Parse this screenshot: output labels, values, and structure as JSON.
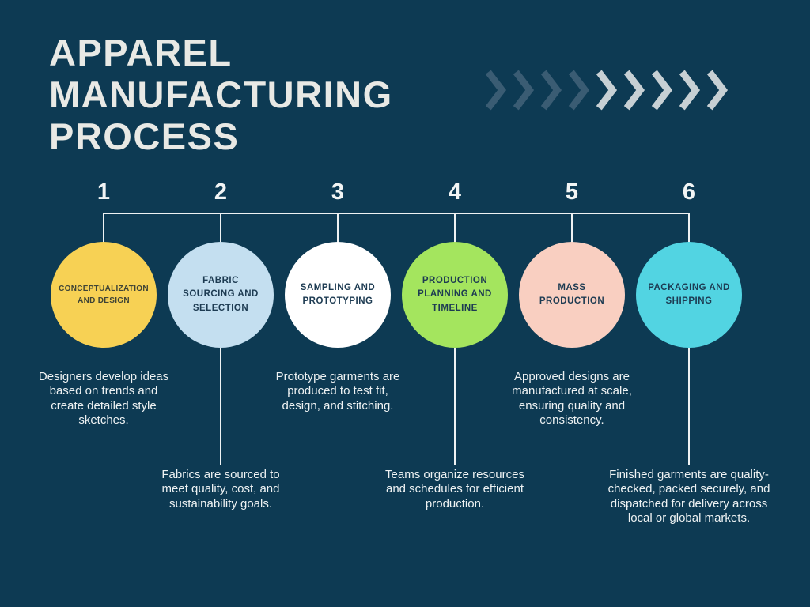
{
  "page": {
    "background_color": "#0d3a53",
    "line_color": "#eef2f3"
  },
  "title": {
    "line1": "APPAREL",
    "line2": "MANUFACTURING",
    "line3": "PROCESS"
  },
  "decoration": {
    "chevron_colors": [
      "#3a5c73",
      "#3a5c73",
      "#3a5c73",
      "#3a5c73",
      "#c7d0d4",
      "#c7d0d4",
      "#c7d0d4",
      "#c7d0d4",
      "#c7d0d4"
    ]
  },
  "steps": [
    {
      "number": "1",
      "circle_color": "#f7d154",
      "label": "CONCEPTUALIZATION AND DESIGN",
      "description": "Designers develop ideas based on trends and create detailed style sketches."
    },
    {
      "number": "2",
      "circle_color": "#c4dff0",
      "label": "FABRIC SOURCING AND SELECTION",
      "description": "Fabrics are sourced to meet quality, cost, and sustainability goals."
    },
    {
      "number": "3",
      "circle_color": "#ffffff",
      "label": "SAMPLING AND PROTOTYPING",
      "description": "Prototype garments are produced to test fit, design, and stitching."
    },
    {
      "number": "4",
      "circle_color": "#a4e55e",
      "label": "PRODUCTION PLANNING AND TIMELINE",
      "description": "Teams organize resources and schedules for efficient production."
    },
    {
      "number": "5",
      "circle_color": "#f9cfc1",
      "label": "MASS PRODUCTION",
      "description": "Approved designs are manufactured at scale, ensuring quality and consistency."
    },
    {
      "number": "6",
      "circle_color": "#52d4e2",
      "label": "PACKAGING AND SHIPPING",
      "description": "Finished garments are quality-checked, packed securely, and dispatched for delivery across local or global markets."
    }
  ]
}
